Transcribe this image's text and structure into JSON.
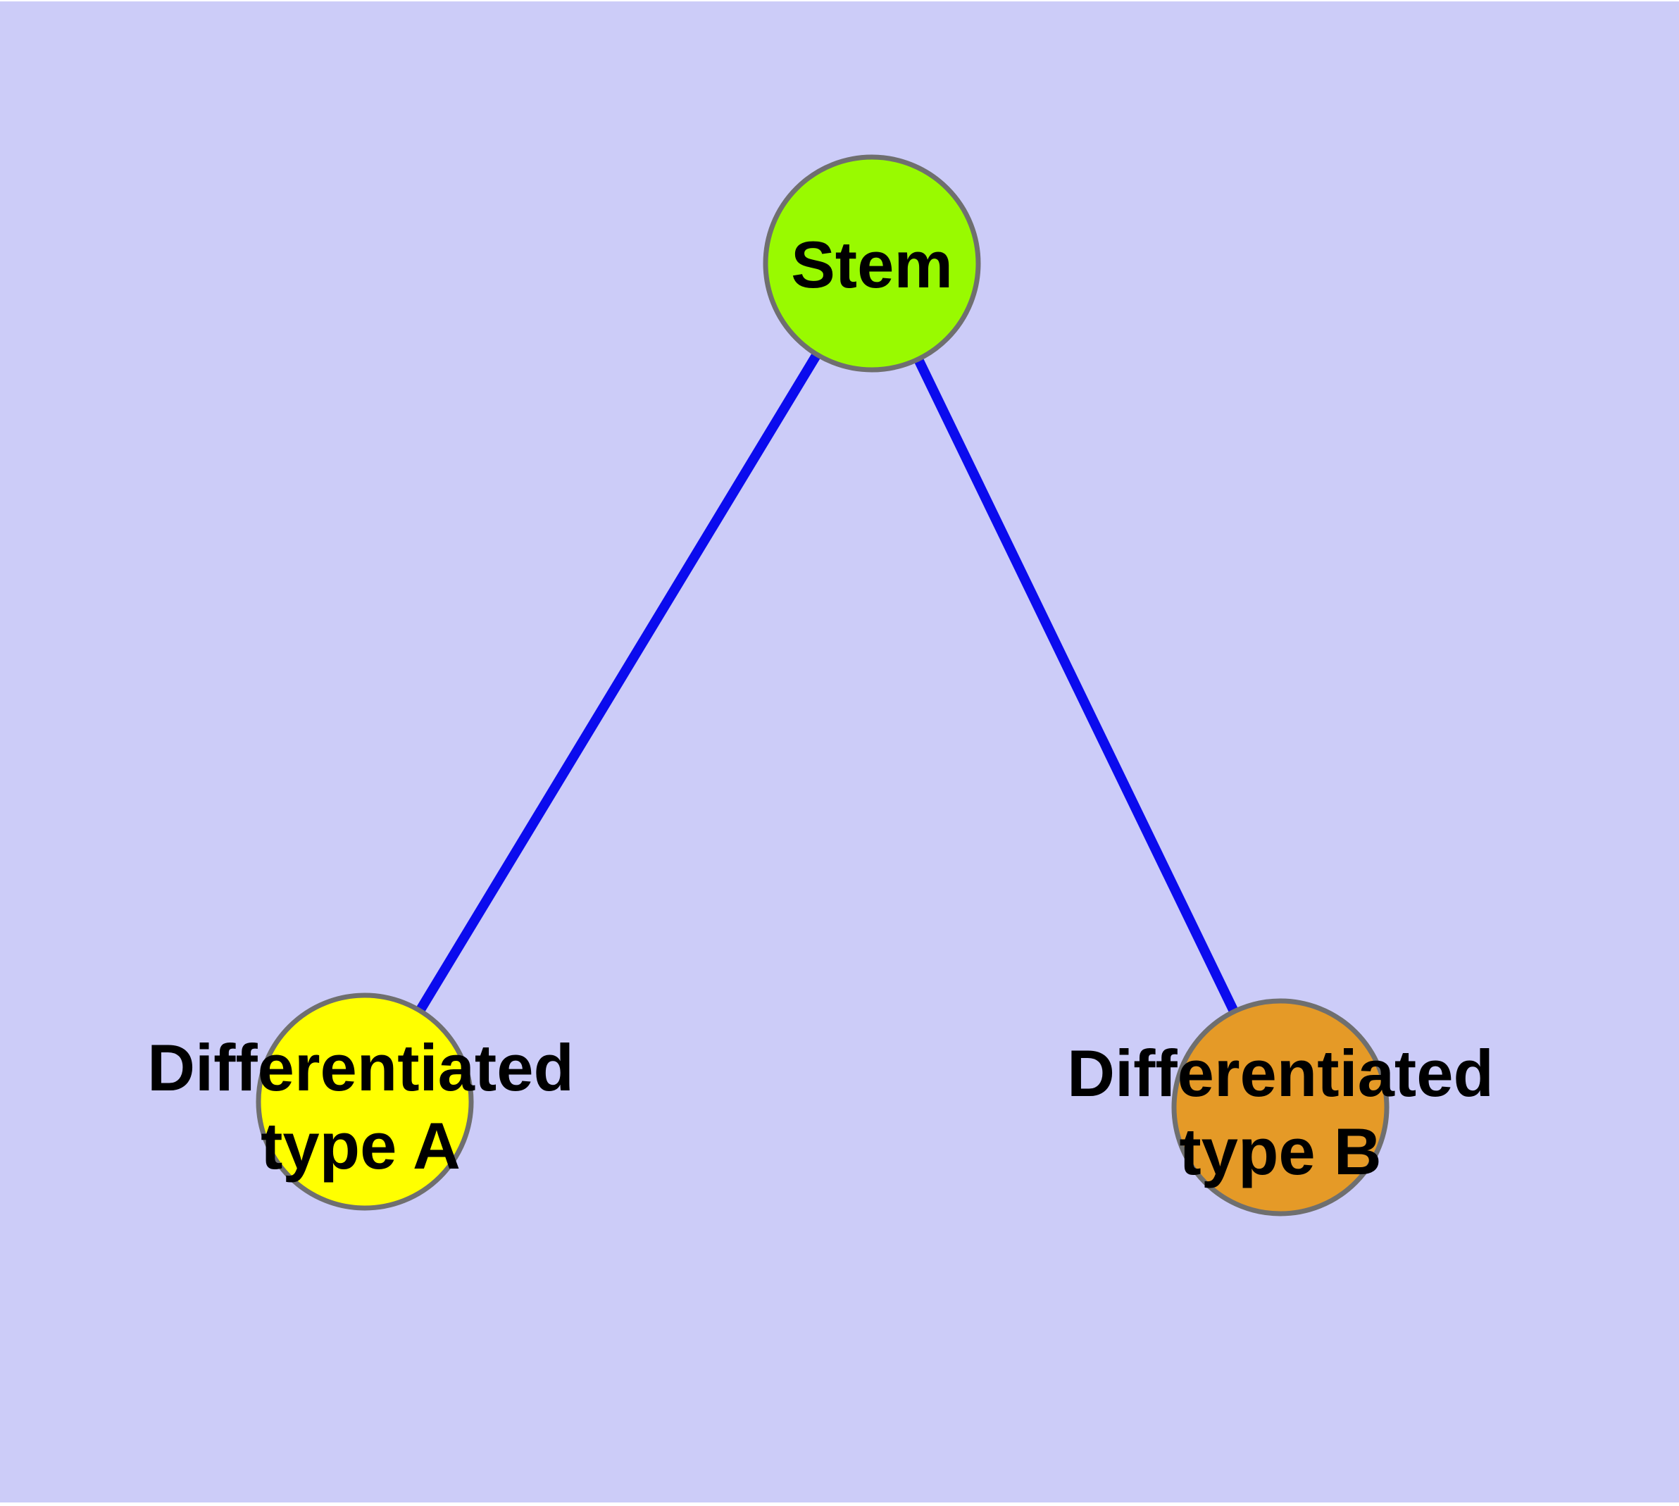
{
  "diagram": {
    "type": "node-link-graph",
    "background_color": "#ccccf8",
    "edge_color": "#0b0bee",
    "node_border_color": "#6f6f6f",
    "node_label_color": "#000000",
    "nodes": [
      {
        "id": "stem",
        "label": "Stem",
        "lines": [
          "Stem"
        ],
        "fill": "#99fa00"
      },
      {
        "id": "differentiated-type-a",
        "label": "Differentiated type A",
        "lines": [
          "Differentiated",
          "type A"
        ],
        "fill": "#ffff00"
      },
      {
        "id": "differentiated-type-b",
        "label": "Differentiated type B",
        "lines": [
          "Differentiated",
          "type B"
        ],
        "fill": "#e59a27"
      }
    ],
    "edges": [
      {
        "from": "Stem",
        "to": "Differentiated type A"
      },
      {
        "from": "Stem",
        "to": "Differentiated type B"
      }
    ]
  }
}
